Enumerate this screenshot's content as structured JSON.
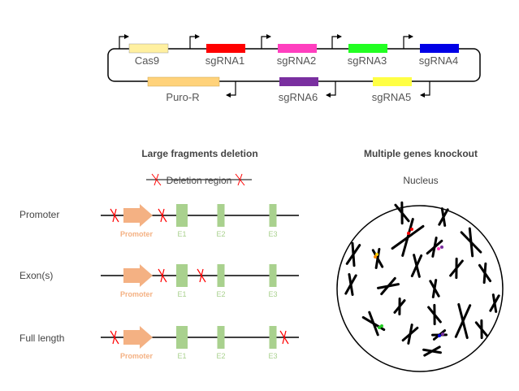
{
  "plasmid": {
    "cassettes": [
      {
        "id": "cas9",
        "label": "Cas9",
        "color": "#fff0a0",
        "strand": "top"
      },
      {
        "id": "sgrna1",
        "label": "sgRNA1",
        "color": "#ff0000",
        "strand": "top"
      },
      {
        "id": "sgrna2",
        "label": "sgRNA2",
        "color": "#ff3fbf",
        "strand": "top"
      },
      {
        "id": "sgrna3",
        "label": "sgRNA3",
        "color": "#22ff22",
        "strand": "top"
      },
      {
        "id": "sgrna4",
        "label": "sgRNA4",
        "color": "#0000e6",
        "strand": "top"
      },
      {
        "id": "puror",
        "label": "Puro-R",
        "color": "#ffd27a",
        "strand": "bottom"
      },
      {
        "id": "sgrna6",
        "label": "sgRNA6",
        "color": "#7a2fa0",
        "strand": "bottom"
      },
      {
        "id": "sgrna5",
        "label": "sgRNA5",
        "color": "#ffff44",
        "strand": "bottom"
      }
    ]
  },
  "left_panel": {
    "title": "Large fragments deletion",
    "legend_label": "Deletion region",
    "rows": [
      {
        "id": "promoter",
        "label": "Promoter"
      },
      {
        "id": "exons",
        "label": "Exon(s)"
      },
      {
        "id": "full-length",
        "label": "Full length"
      }
    ],
    "gene": {
      "promoter_label": "Promoter",
      "exon_labels": [
        "E1",
        "E2",
        "E3"
      ],
      "promoter_color": "#f4b183",
      "exon_color": "#a9d18e",
      "cut_color": "#ff0000"
    }
  },
  "right_panel": {
    "title": "Multiple genes knockout",
    "nucleus_label": "Nucleus"
  }
}
